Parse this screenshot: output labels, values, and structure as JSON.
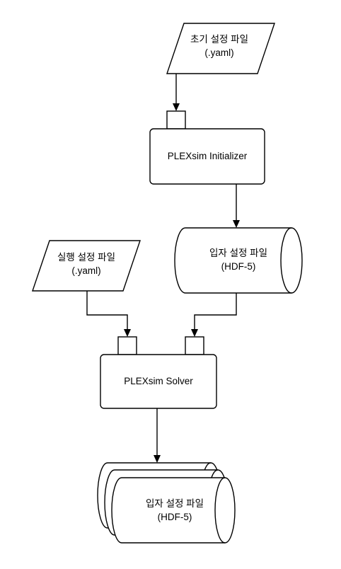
{
  "diagram": {
    "init_config": {
      "line1": "초기 설정 파일",
      "line2": "(.yaml)"
    },
    "initializer": {
      "label": "PLEXsim Initializer"
    },
    "particle_config": {
      "line1": "입자 설정 파일",
      "line2": "(HDF-5)"
    },
    "run_config": {
      "line1": "실행 설정 파일",
      "line2": "(.yaml)"
    },
    "solver": {
      "label": "PLEXsim Solver"
    },
    "output": {
      "line1": "입자 설정 파일",
      "line2": "(HDF-5)"
    }
  }
}
